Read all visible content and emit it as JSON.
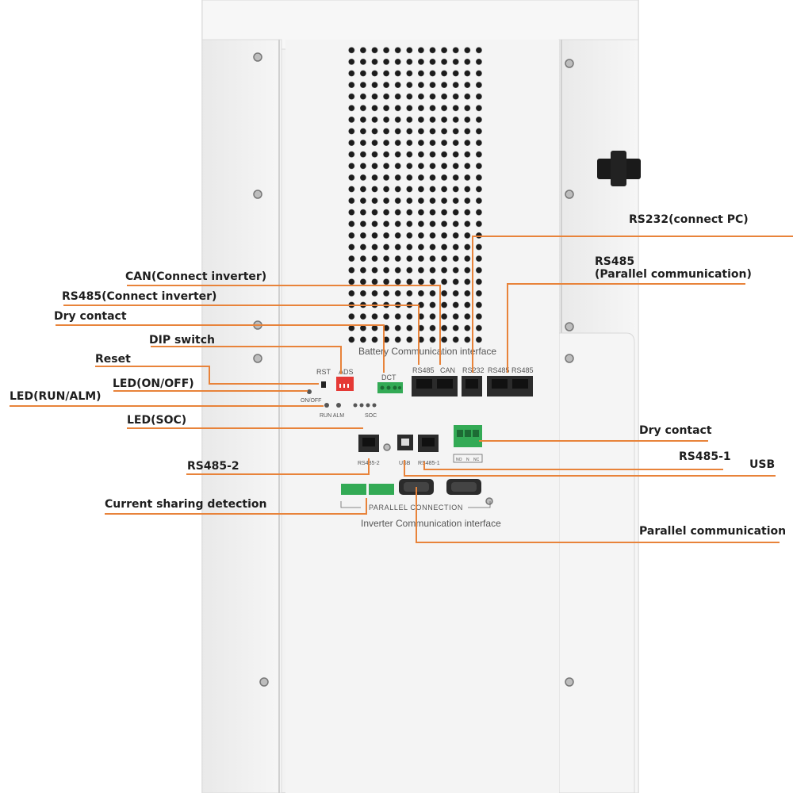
{
  "colors": {
    "leader_line": "#e8833a",
    "cabinet": "#f1f1f1",
    "cabinet_edge": "#d4d4d4",
    "port_dark": "#2b2b2b",
    "terminal_green": "#33aa55",
    "dip_red": "#e53935"
  },
  "panel_labels": {
    "battery_interface": "Battery Communication interface",
    "inverter_interface": "Inverter Communication interface",
    "parallel_connection": "PARALLEL CONNECTION",
    "rst": "RST",
    "ads": "ADS",
    "dct": "DCT",
    "rs485_a": "RS485",
    "can": "CAN",
    "rs232": "RS232",
    "rs485_b": "RS485",
    "rs485_c": "RS485",
    "on_off": "ON/OFF",
    "run_alm": "RUN ALM",
    "soc": "SOC",
    "rs485_2": "RS485-2",
    "usb": "USB",
    "rs485_1": "RS485-1",
    "no": "NO",
    "n": "N",
    "nc": "NC"
  },
  "callouts": {
    "can": "CAN(Connect inverter)",
    "rs485_inverter": "RS485(Connect inverter)",
    "dry_contact_left": "Dry contact",
    "dip_switch": "DIP switch",
    "reset": "Reset",
    "led_on_off": "LED(ON/OFF)",
    "led_run_alm": "LED(RUN/ALM)",
    "led_soc": "LED(SOC)",
    "rs485_2": "RS485-2",
    "current_sharing": "Current sharing detection",
    "rs232": "RS232(connect PC)",
    "rs485_parallel_1": "RS485",
    "rs485_parallel_2": "(Parallel communication)",
    "dry_contact_right": "Dry contact",
    "rs485_1": "RS485-1",
    "usb": "USB",
    "parallel_comm": "Parallel communication"
  }
}
